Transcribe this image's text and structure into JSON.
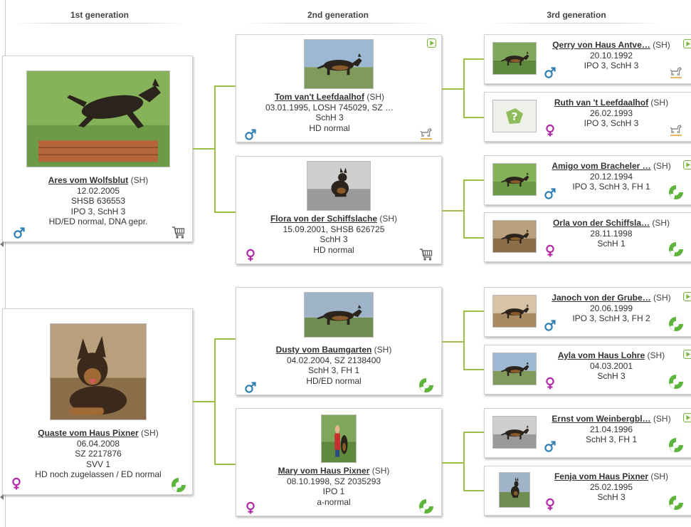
{
  "headers": {
    "gen1": "1st generation",
    "gen2": "2nd generation",
    "gen3": "3rd generation"
  },
  "colors": {
    "connector": "#9dbf45",
    "male": "#2f7fb5",
    "female": "#b02aa8",
    "wheel": "#5cb53a"
  },
  "gen1": [
    {
      "name": "Ares vom Wolfsblut",
      "reg": " (SH)",
      "sex": "male",
      "lines": [
        "12.02.2005",
        "SHSB 636553",
        "IPO 3, SchH 3",
        "HD/ED normal, DNA gepr."
      ],
      "corner": "cart-icon"
    },
    {
      "name": "Quaste vom Haus Pixner",
      "reg": " (SH)",
      "sex": "female",
      "lines": [
        "06.04.2008",
        "SZ 2217876",
        "SVV 1",
        "HD noch zugelassen / ED normal"
      ],
      "corner": "wheel-icon"
    }
  ],
  "gen2": [
    {
      "name": "Tom van't Leefdaalhof",
      "reg": " (SH)",
      "sex": "male",
      "lines": [
        "03.01.1995,  LOSH 745029, SZ …",
        "SchH 3",
        "HD normal"
      ],
      "corner": "dog-icon",
      "play": true
    },
    {
      "name": "Flora von der Schiffslache",
      "reg": " (SH)",
      "sex": "female",
      "lines": [
        "15.09.2001, SHSB 626725",
        "SchH 3",
        "HD normal"
      ],
      "corner": "cart-icon",
      "play": false
    },
    {
      "name": "Dusty vom Baumgarten",
      "reg": " (SH)",
      "sex": "male",
      "lines": [
        "04.02.2004, SZ 2138400",
        "SchH 3, FH 1",
        "HD/ED normal"
      ],
      "corner": "wheel-icon",
      "play": false
    },
    {
      "name": "Mary vom Haus Pixner",
      "reg": " (SH)",
      "sex": "female",
      "lines": [
        "08.10.1998, SZ 2035293",
        "IPO 1",
        "a-normal"
      ],
      "corner": "wheel-icon",
      "play": false
    }
  ],
  "gen3": [
    {
      "name": "Qerry von Haus Antve…",
      "reg": " (SH)",
      "sex": "male",
      "lines": [
        "20.10.1992",
        "IPO 3, SchH 3"
      ],
      "corner": "dog-icon",
      "play": true
    },
    {
      "name": "Ruth van 't Leefdaalhof",
      "reg": " (SH)",
      "sex": "female",
      "lines": [
        "26.02.1993",
        "IPO 3, SchH 3"
      ],
      "corner": "dog-icon",
      "play": false,
      "nophoto": true
    },
    {
      "name": "Amigo vom Bracheler …",
      "reg": " (SH)",
      "sex": "male",
      "lines": [
        "20.12.1994",
        "IPO 3, SchH 3, FH 1"
      ],
      "corner": "wheel-icon",
      "play": true
    },
    {
      "name": "Orla von der Schiffsla…",
      "reg": " (SH)",
      "sex": "female",
      "lines": [
        "28.11.1998",
        "SchH 1"
      ],
      "corner": "wheel-icon",
      "play": false
    },
    {
      "name": "Janoch von der Grube…",
      "reg": " (SH)",
      "sex": "male",
      "lines": [
        "20.06.1999",
        "IPO 3, SchH 3, FH 2"
      ],
      "corner": "wheel-icon",
      "play": true
    },
    {
      "name": "Ayla vom Haus Lohre",
      "reg": " (SH)",
      "sex": "female",
      "lines": [
        "04.03.2001",
        "SchH 3"
      ],
      "corner": "wheel-icon",
      "play": true
    },
    {
      "name": "Ernst vom Weinberg​bl…",
      "reg": " (SH)",
      "sex": "male",
      "lines": [
        "21.04.1996",
        "SchH 3, FH 1"
      ],
      "corner": "wheel-icon",
      "play": true
    },
    {
      "name": "Fenja vom Haus Pixner",
      "reg": " (SH)",
      "sex": "female",
      "lines": [
        "25.02.1995",
        "SchH 3"
      ],
      "corner": "wheel-icon",
      "play": false
    }
  ]
}
